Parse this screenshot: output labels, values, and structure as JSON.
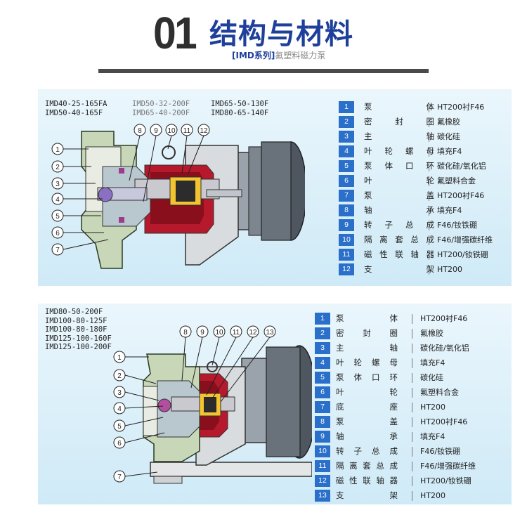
{
  "header": {
    "number": "01",
    "title": "结构与材料",
    "series": "[IMD系列]",
    "subtitle": "氟塑料磁力泵"
  },
  "section1": {
    "models_col1": [
      "IMD40-25-165FA",
      "IMD50-40-165F"
    ],
    "models_col2": [
      "IMD50-32-200F",
      "IMD65-40-200F"
    ],
    "models_col3": [
      "IMD65-50-130F",
      "IMD80-65-140F"
    ],
    "callouts": [
      "1",
      "2",
      "3",
      "4",
      "5",
      "6",
      "7",
      "8",
      "9",
      "10",
      "11",
      "12"
    ],
    "parts": [
      {
        "no": "1",
        "name": "泵体",
        "material": "HT200衬F46"
      },
      {
        "no": "2",
        "name": "密封圈",
        "material": "氟橡胶"
      },
      {
        "no": "3",
        "name": "主轴",
        "material": "碳化硅"
      },
      {
        "no": "4",
        "name": "叶轮螺母",
        "material": "填充F4"
      },
      {
        "no": "5",
        "name": "泵体口环",
        "material": "碳化硅/氧化铝"
      },
      {
        "no": "6",
        "name": "叶轮",
        "material": "氟塑料合金"
      },
      {
        "no": "7",
        "name": "泵盖",
        "material": "HT200衬F46"
      },
      {
        "no": "8",
        "name": "轴承",
        "material": "填充F4"
      },
      {
        "no": "9",
        "name": "转子总成",
        "material": "F46/钕铁硼"
      },
      {
        "no": "10",
        "name": "隔离套总成",
        "material": "F46/增强碳纤维"
      },
      {
        "no": "11",
        "name": "磁性联轴器",
        "material": "HT200/钕铁硼"
      },
      {
        "no": "12",
        "name": "支架",
        "material": "HT200"
      }
    ]
  },
  "section2": {
    "models": [
      "IMD80-50-200F",
      "IMD100-80-125F",
      "IMD100-80-180F",
      "IMD125-100-160F",
      "IMD125-100-200F"
    ],
    "callouts": [
      "1",
      "2",
      "3",
      "4",
      "5",
      "6",
      "7",
      "8",
      "9",
      "10",
      "11",
      "12",
      "13"
    ],
    "parts": [
      {
        "no": "1",
        "name": "泵体",
        "material": "HT200衬F46"
      },
      {
        "no": "2",
        "name": "密封圈",
        "material": "氟橡胶"
      },
      {
        "no": "3",
        "name": "主轴",
        "material": "碳化硅/氧化铝"
      },
      {
        "no": "4",
        "name": "叶轮螺母",
        "material": "填充F4"
      },
      {
        "no": "5",
        "name": "泵体口环",
        "material": "碳化硅"
      },
      {
        "no": "6",
        "name": "叶轮",
        "material": "氟塑料合金"
      },
      {
        "no": "7",
        "name": "底座",
        "material": "HT200"
      },
      {
        "no": "8",
        "name": "泵盖",
        "material": "HT200衬F46"
      },
      {
        "no": "9",
        "name": "轴承",
        "material": "填充F4"
      },
      {
        "no": "10",
        "name": "转子总成",
        "material": "F46/钕铁硼"
      },
      {
        "no": "11",
        "name": "隔离套总成",
        "material": "F46/增强碳纤维"
      },
      {
        "no": "12",
        "name": "磁性联轴器",
        "material": "HT200/钕铁硼"
      },
      {
        "no": "13",
        "name": "支架",
        "material": "HT200"
      }
    ]
  }
}
